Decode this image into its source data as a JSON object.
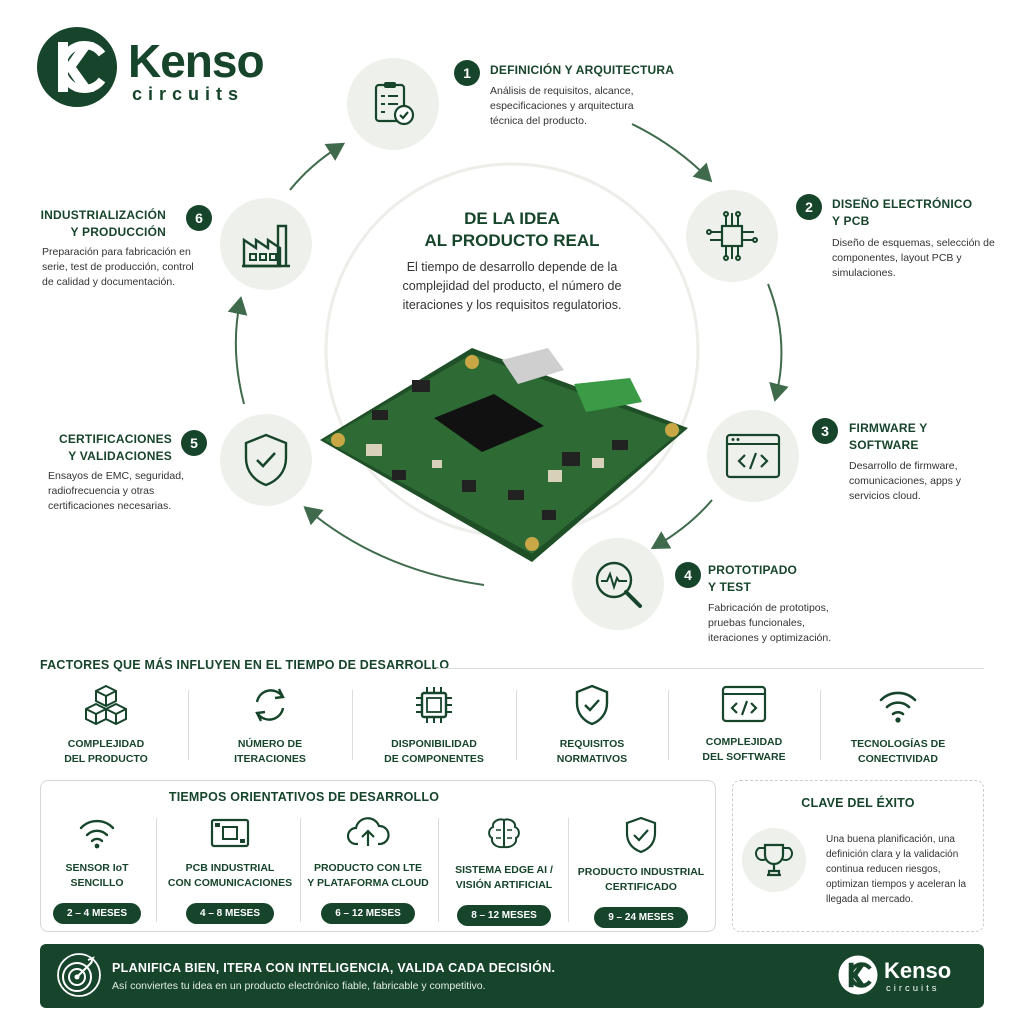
{
  "brand": {
    "name": "Kenso",
    "sub": "circuits"
  },
  "center": {
    "title_line1": "DE LA IDEA",
    "title_line2": "AL PRODUCTO REAL",
    "desc": "El tiempo de desarrollo depende de la complejidad del producto, el número de iteraciones y los requisitos regulatorios."
  },
  "steps": [
    {
      "num": "1",
      "title": "DEFINICIÓN Y ARQUITECTURA",
      "desc": "Análisis de requisitos, alcance, especificaciones y arquitectura técnica del producto.",
      "icon": "clipboard-check-icon"
    },
    {
      "num": "2",
      "title_line1": "DISEÑO ELECTRÓNICO",
      "title_line2": "Y PCB",
      "desc": "Diseño de esquemas, selección de componentes, layout PCB y simulaciones.",
      "icon": "circuit-chip-icon"
    },
    {
      "num": "3",
      "title_line1": "FIRMWARE Y",
      "title_line2": "SOFTWARE",
      "desc": "Desarrollo de firmware, comunicaciones, apps y servicios cloud.",
      "icon": "code-window-icon"
    },
    {
      "num": "4",
      "title_line1": "PROTOTIPADO",
      "title_line2": "Y TEST",
      "desc": "Fabricación de prototipos, pruebas funcionales, iteraciones y optimización.",
      "icon": "magnifier-pulse-icon"
    },
    {
      "num": "5",
      "title_line1": "CERTIFICACIONES",
      "title_line2": "Y VALIDACIONES",
      "desc": "Ensayos de EMC, seguridad, radiofrecuencia y otras certificaciones necesarias.",
      "icon": "shield-check-icon"
    },
    {
      "num": "6",
      "title_line1": "INDUSTRIALIZACIÓN",
      "title_line2": "Y PRODUCCIÓN",
      "desc": "Preparación para fabricación en serie, test de producción, control de calidad y documentación.",
      "icon": "factory-icon"
    }
  ],
  "factors": {
    "title": "FACTORES QUE MÁS INFLUYEN EN EL TIEMPO DE DESARROLLO",
    "items": [
      {
        "line1": "COMPLEJIDAD",
        "line2": "DEL PRODUCTO",
        "icon": "cubes-icon"
      },
      {
        "line1": "NÚMERO DE",
        "line2": "ITERACIONES",
        "icon": "refresh-icon"
      },
      {
        "line1": "DISPONIBILIDAD",
        "line2": "DE COMPONENTES",
        "icon": "chip-icon"
      },
      {
        "line1": "REQUISITOS",
        "line2": "NORMATIVOS",
        "icon": "shield-check-icon"
      },
      {
        "line1": "COMPLEJIDAD",
        "line2": "DEL SOFTWARE",
        "icon": "code-window-icon"
      },
      {
        "line1": "TECNOLOGÍAS DE",
        "line2": "CONECTIVIDAD",
        "icon": "wifi-icon"
      }
    ]
  },
  "times": {
    "title": "TIEMPOS ORIENTATIVOS DE DESARROLLO",
    "items": [
      {
        "line1": "SENSOR IoT",
        "line2": "SENCILLO",
        "range": "2 – 4 MESES",
        "icon": "wifi-icon"
      },
      {
        "line1": "PCB INDUSTRIAL",
        "line2": "CON COMUNICACIONES",
        "range": "4 – 8 MESES",
        "icon": "pcb-board-icon"
      },
      {
        "line1": "PRODUCTO CON LTE",
        "line2": "Y PLATAFORMA CLOUD",
        "range": "6 – 12 MESES",
        "icon": "cloud-upload-icon"
      },
      {
        "line1": "SISTEMA EDGE AI /",
        "line2": "VISIÓN ARTIFICIAL",
        "range": "8 – 12 MESES",
        "icon": "brain-icon"
      },
      {
        "line1": "PRODUCTO INDUSTRIAL",
        "line2": "CERTIFICADO",
        "range": "9 – 24 MESES",
        "icon": "shield-check-icon"
      }
    ]
  },
  "key": {
    "title": "CLAVE DEL ÉXITO",
    "desc": "Una buena planificación, una definición clara y la validación continua reducen riesgos, optimizan tiempos y aceleran la llegada al mercado.",
    "icon": "trophy-icon"
  },
  "banner": {
    "title": "PLANIFICA BIEN, ITERA CON INTELIGENCIA, VALIDA CADA DECISIÓN.",
    "sub": "Así conviertes tu idea en un producto electrónico fiable, fabricable y competitivo.",
    "icon": "target-icon"
  },
  "colors": {
    "primary": "#17452b",
    "circle_bg": "#eef0ec",
    "pcb": "#2e6b34"
  }
}
